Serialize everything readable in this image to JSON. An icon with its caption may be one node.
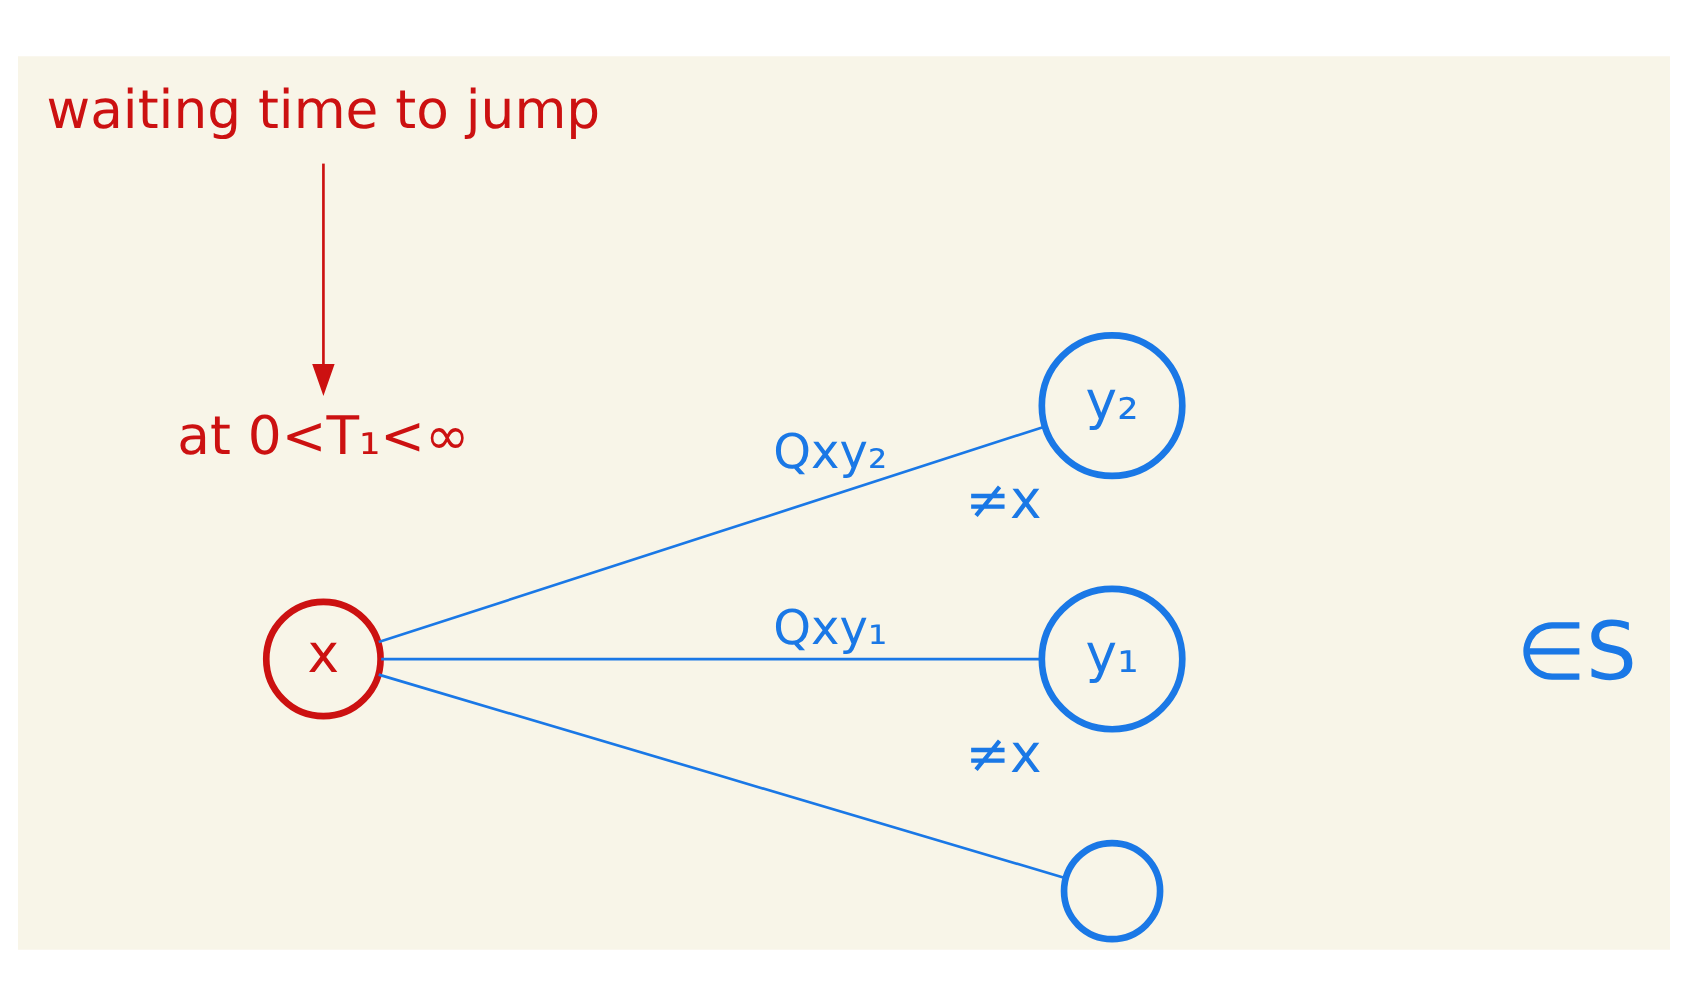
{
  "diagram": {
    "nodes": [
      {
        "text": [
          "x"
        ]
      },
      {
        "text": [
          "y₂"
        ],
        "beside": [
          "≠x"
        ]
      },
      {
        "text": [
          "y₁"
        ],
        "beside": [
          "≠x"
        ]
      },
      {
        "text": [],
        "shape": "circle"
      },
      {
        "text": [
          "at 0<T₁<∞"
        ]
      },
      {
        "text": [
          "waiting time to jump"
        ]
      }
    ],
    "edges": [
      {
        "from": 0,
        "to": 1,
        "arrow": "none",
        "label": "Qxy₂"
      },
      {
        "from": 0,
        "to": 2,
        "arrow": "none",
        "label": "Qxy₁"
      },
      {
        "from": 0,
        "to": 3,
        "arrow": "none"
      },
      {
        "from": 5,
        "to": 4,
        "arrow": "to",
        "color": "#cc1111"
      }
    ],
    "labels": [
      "∈S"
    ]
  }
}
